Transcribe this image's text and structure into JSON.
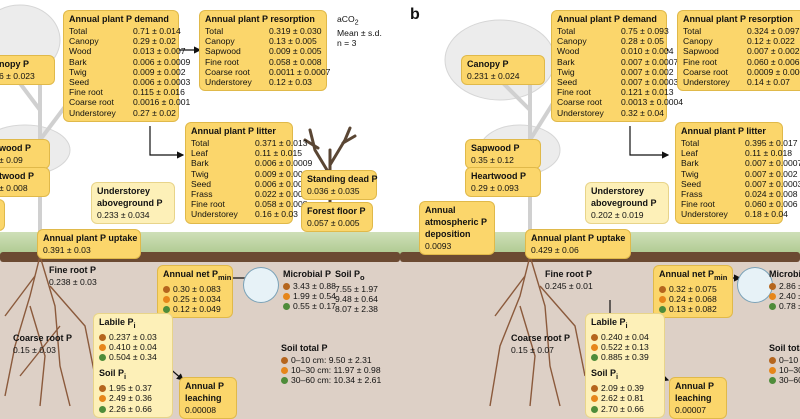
{
  "colors": {
    "box": "#fbd66b",
    "box_pale": "#fdf0b8",
    "dot_brown": "#b5651d",
    "dot_orange": "#e6861a",
    "dot_green": "#4e8c3a"
  },
  "panel_a": {
    "demand": {
      "title": "Annual plant P demand",
      "rows": [
        [
          "Total",
          "0.71 ± 0.014"
        ],
        [
          "Canopy",
          "0.29 ± 0.02"
        ],
        [
          "Wood",
          "0.013 ± 0.007"
        ],
        [
          "Bark",
          "0.006 ± 0.0009"
        ],
        [
          "Twig",
          "0.009 ± 0.002"
        ],
        [
          "Seed",
          "0.006 ± 0.0003"
        ],
        [
          "Fine root",
          "0.115 ± 0.016"
        ],
        [
          "Coarse root",
          "0.0016 ± 0.001"
        ],
        [
          "Understorey",
          "0.27 ± 0.02"
        ]
      ]
    },
    "resorption": {
      "title": "Annual plant P resorption",
      "rows": [
        [
          "Total",
          "0.319 ± 0.030"
        ],
        [
          "Canopy",
          "0.13 ± 0.005"
        ],
        [
          "Sapwood",
          "0.009 ± 0.005"
        ],
        [
          "Fine root",
          "0.058 ± 0.008"
        ],
        [
          "Coarse root",
          "0.0011 ± 0.0007"
        ],
        [
          "Understorey",
          "0.12 ± 0.03"
        ]
      ]
    },
    "legend": {
      "l1": "aCO",
      "l1sub": "2",
      "l2": "Mean ± s.d.",
      "l3": "n = 3"
    },
    "canopy": {
      "title": "nopy P",
      "value": "6 ± 0.023"
    },
    "wood": {
      "title": "wood P",
      "value": "± 0.09"
    },
    "heartwood": {
      "title": "twood P",
      "value": "± 0.008"
    },
    "litter": {
      "title": "Annual plant P litter",
      "rows": [
        [
          "Total",
          "0.371 ± 0.013"
        ],
        [
          "Leaf",
          "0.11 ± 0.015"
        ],
        [
          "Bark",
          "0.006 ± 0.0009"
        ],
        [
          "Twig",
          "0.009 ± 0.002"
        ],
        [
          "Seed",
          "0.006 ± 0.0003"
        ],
        [
          "Frass",
          "0.022 ± 0.005"
        ],
        [
          "Fine root",
          "0.058 ± 0.008"
        ],
        [
          "Understorey",
          "0.16 ± 0.03"
        ]
      ]
    },
    "standing_dead": {
      "title": "Standing dead P",
      "value": "0.036 ± 0.035"
    },
    "forest_floor": {
      "title": "Forest floor P",
      "value": "0.057 ± 0.005"
    },
    "understorey": {
      "title": "Understorey",
      "title2": "aboveground P",
      "value": "0.233 ± 0.034"
    },
    "uptake": {
      "title": "Annual plant P uptake",
      "value": "0.391 ± 0.03"
    },
    "fine_root": {
      "title": "Fine root P",
      "value": "0.238 ± 0.03"
    },
    "net_pmin": {
      "title": "Annual net P",
      "sub": "min",
      "values": [
        "0.30 ± 0.083",
        "0.25 ± 0.034",
        "0.12 ± 0.049"
      ]
    },
    "microbial": {
      "title": "Microbial P",
      "values": [
        "3.43 ± 0.88",
        "1.99 ± 0.54",
        "0.55 ± 0.17"
      ]
    },
    "soil_po": {
      "title": "Soil P",
      "sub": "o",
      "values": [
        "7.55 ± 1.97",
        "9.48 ± 0.64",
        "8.07 ± 2.38"
      ]
    },
    "coarse_root": {
      "title": "Coarse root P",
      "value": "0.15 ± 0.03"
    },
    "labile_pi": {
      "title": "Labile P",
      "sub": "i",
      "values": [
        "0.237 ± 0.03",
        "0.410 ± 0.04",
        "0.504 ± 0.34"
      ]
    },
    "soil_pi": {
      "title": "Soil P",
      "sub": "i",
      "values": [
        "1.95 ± 0.37",
        "2.49 ± 0.36",
        "2.26 ± 0.66"
      ]
    },
    "leaching": {
      "title": "Annual P",
      "title2": "leaching",
      "value": "0.00008"
    },
    "soil_total": {
      "title": "Soil total P",
      "lines": [
        "0–10 cm: 9.50 ± 2.31",
        "10–30 cm: 11.97 ± 0.98",
        "30–60 cm: 10.34 ± 2.61"
      ]
    }
  },
  "panel_b": {
    "letter": "b",
    "demand": {
      "title": "Annual plant P demand",
      "rows": [
        [
          "Total",
          "0.75 ± 0.093"
        ],
        [
          "Canopy",
          "0.28 ± 0.05"
        ],
        [
          "Wood",
          "0.010 ± 0.004"
        ],
        [
          "Bark",
          "0.007 ± 0.0007"
        ],
        [
          "Twig",
          "0.007 ± 0.002"
        ],
        [
          "Seed",
          "0.007 ± 0.0003"
        ],
        [
          "Fine root",
          "0.121 ± 0.013"
        ],
        [
          "Coarse root",
          "0.0013 ± 0.0004"
        ],
        [
          "Understorey",
          "0.32 ± 0.04"
        ]
      ]
    },
    "resorption": {
      "title": "Annual plant P resorption",
      "rows": [
        [
          "Total",
          "0.324 ± 0.097"
        ],
        [
          "Canopy",
          "0.12 ± 0.022"
        ],
        [
          "Sapwood",
          "0.007 ± 0.002"
        ],
        [
          "Fine root",
          "0.060 ± 0.006"
        ],
        [
          "Coarse root",
          "0.0009 ± 0.000"
        ],
        [
          "Understorey",
          "0.14 ± 0.07"
        ]
      ]
    },
    "canopy": {
      "title": "Canopy P",
      "value": "0.231 ± 0.024"
    },
    "sapwood": {
      "title": "Sapwood P",
      "value": "0.35 ± 0.12"
    },
    "heartwood": {
      "title": "Heartwood P",
      "value": "0.29 ± 0.093"
    },
    "litter": {
      "title": "Annual plant P litter",
      "rows": [
        [
          "Total",
          "0.395 ± 0.017"
        ],
        [
          "Leaf",
          "0.11 ± 0.018"
        ],
        [
          "Bark",
          "0.007 ± 0.0007"
        ],
        [
          "Twig",
          "0.007 ± 0.002"
        ],
        [
          "Seed",
          "0.007 ± 0.0003"
        ],
        [
          "Frass",
          "0.024 ± 0.008"
        ],
        [
          "Fine root",
          "0.060 ± 0.006"
        ],
        [
          "Understorey",
          "0.18 ± 0.04"
        ]
      ]
    },
    "understorey": {
      "title": "Understorey",
      "title2": "aboveground P",
      "value": "0.202 ± 0.019"
    },
    "deposition": {
      "title": "Annual",
      "title2": "atmospheric P",
      "title3": "deposition",
      "value": "0.0093"
    },
    "uptake": {
      "title": "Annual plant P uptake",
      "value": "0.429 ± 0.06"
    },
    "fine_root": {
      "title": "Fine root P",
      "value": "0.245 ± 0.01"
    },
    "net_pmin": {
      "title": "Annual net P",
      "sub": "min",
      "values": [
        "0.32 ± 0.075",
        "0.24 ± 0.068",
        "0.13 ± 0.082"
      ]
    },
    "microbial": {
      "title": "Microbi",
      "values": [
        "2.86 ±",
        "2.40 ±",
        "0.78 ±"
      ]
    },
    "coarse_root": {
      "title": "Coarse root P",
      "value": "0.15 ± 0.07"
    },
    "labile_pi": {
      "title": "Labile P",
      "sub": "i",
      "values": [
        "0.240 ± 0.04",
        "0.522 ± 0.13",
        "0.885 ± 0.39"
      ]
    },
    "soil_pi": {
      "title": "Soil P",
      "sub": "i",
      "values": [
        "2.09 ± 0.39",
        "2.62 ± 0.81",
        "2.70 ± 0.66"
      ]
    },
    "leaching": {
      "title": "Annual P",
      "title2": "leaching",
      "value": "0.00007"
    },
    "soil_total": {
      "title": "Soil tota",
      "lines": [
        "0–10 c",
        "10–30",
        "30–60"
      ]
    }
  }
}
